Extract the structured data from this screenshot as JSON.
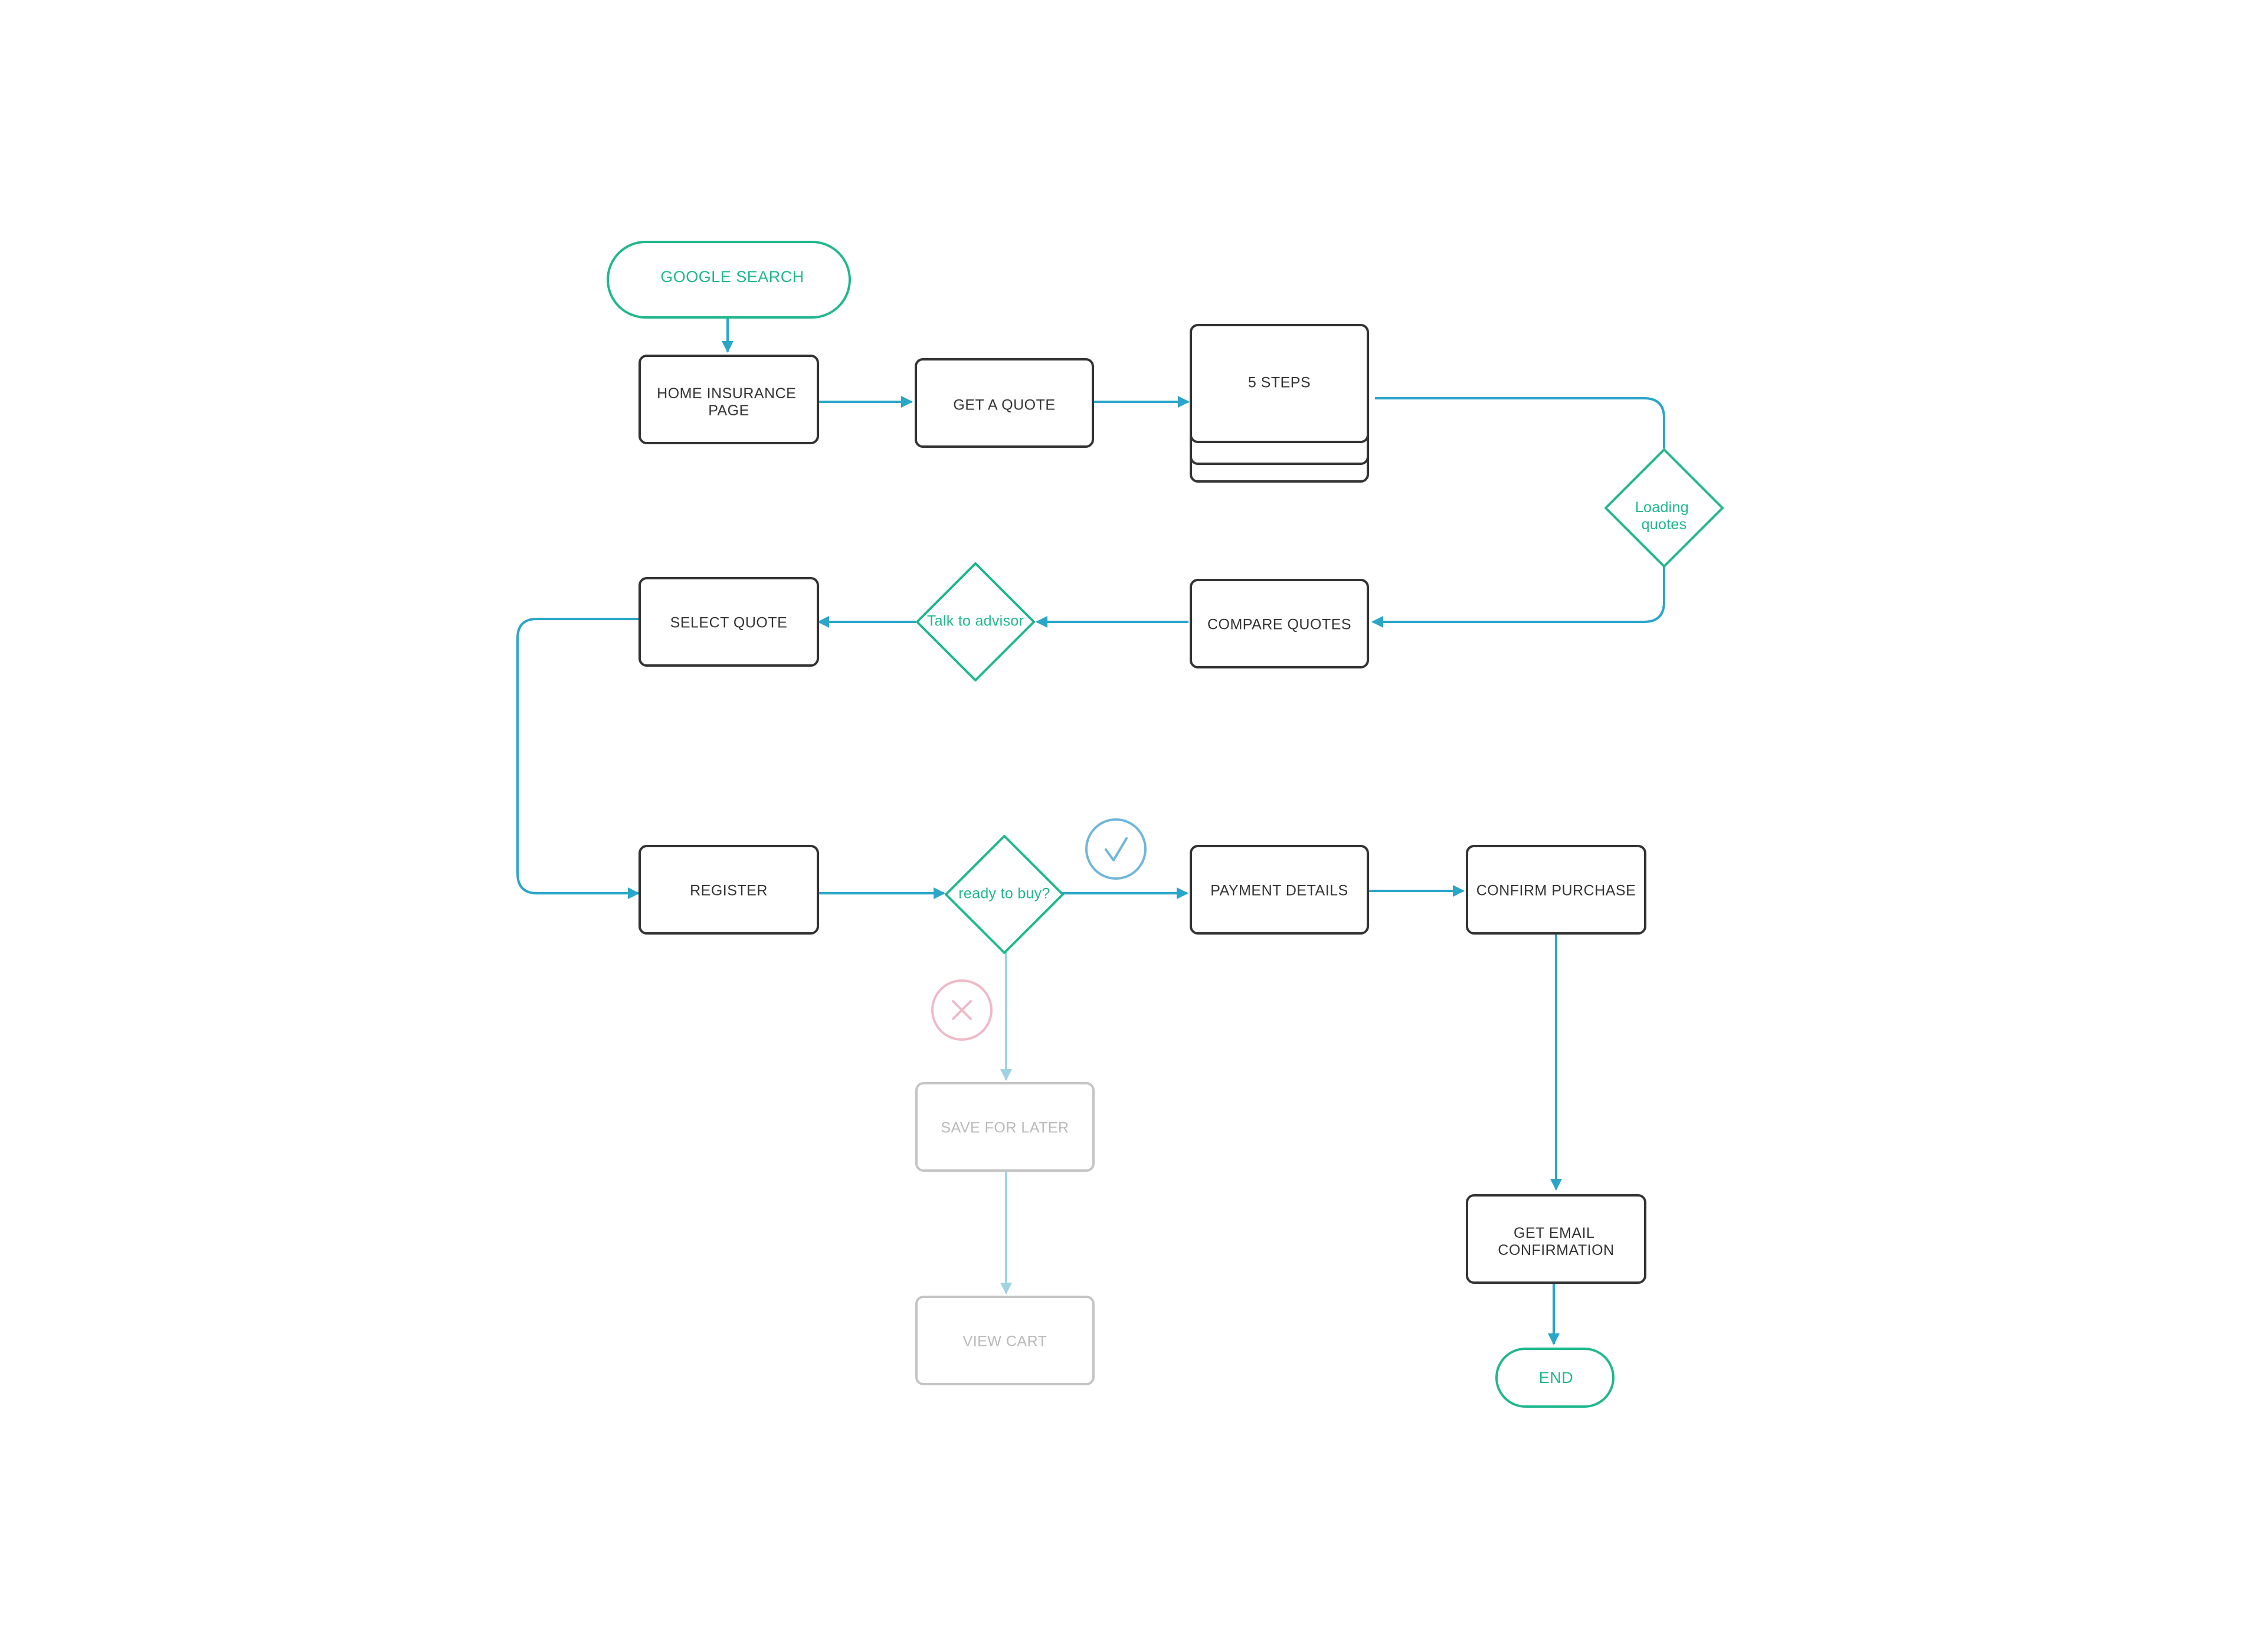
{
  "colors": {
    "green": "#1fb88d",
    "blue": "#2aa6c9",
    "dark": "#333333",
    "faded_border": "#c4c4c4",
    "faded_text": "#b9b9b9",
    "faded_blue": "#9fd3e4",
    "check_blue": "#6fb6dc",
    "cross_pink": "#efb9c7",
    "background": "#ffffff"
  },
  "terminals": {
    "google_search": "GOOGLE SEARCH",
    "end": "END"
  },
  "steps": {
    "home_insurance_page": [
      "HOME INSURANCE",
      "PAGE"
    ],
    "get_a_quote": "GET A QUOTE",
    "five_steps": "5 STEPS",
    "compare_quotes": "COMPARE QUOTES",
    "select_quote": "SELECT QUOTE",
    "register": "REGISTER",
    "payment_details": "PAYMENT DETAILS",
    "confirm_purchase": "CONFIRM PURCHASE",
    "get_email_confirmation": [
      "GET EMAIL",
      "CONFIRMATION"
    ]
  },
  "decisions": {
    "loading_quotes": [
      "Loading",
      "quotes"
    ],
    "talk_to_advisor": "Talk to advisor",
    "ready_to_buy": "ready to buy?"
  },
  "faded_steps": {
    "save_for_later": "SAVE FOR LATER",
    "view_cart": "VIEW CART"
  },
  "icons": {
    "yes": "check-icon",
    "no": "cross-icon"
  }
}
